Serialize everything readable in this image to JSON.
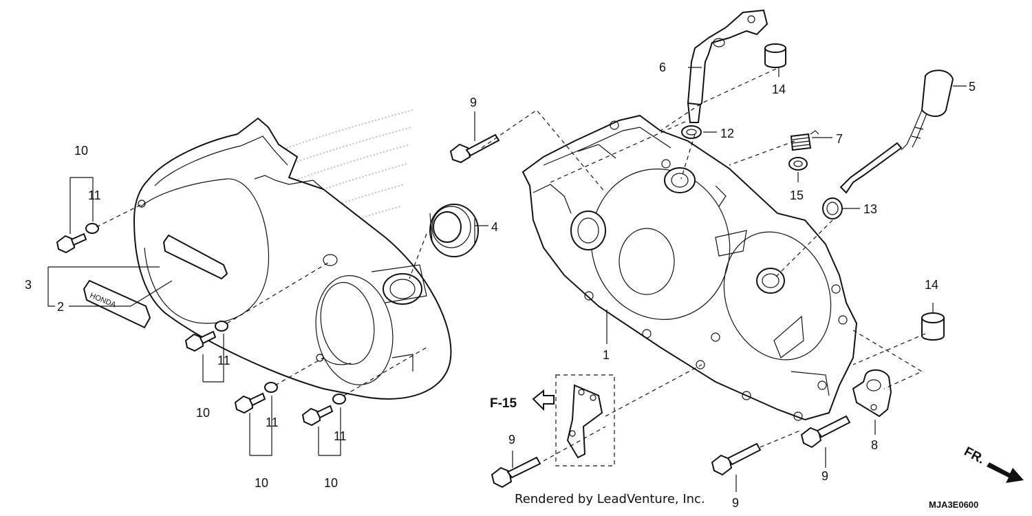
{
  "diagram": {
    "callouts": {
      "p1": "1",
      "p2": "2",
      "p3": "3",
      "p4": "4",
      "p5": "5",
      "p6": "6",
      "p7": "7",
      "p8": "8",
      "p9a": "9",
      "p9b": "9",
      "p9c": "9",
      "p9d": "9",
      "p10a": "10",
      "p10b": "10",
      "p10c": "10",
      "p10d": "10",
      "p11a": "11",
      "p11b": "11",
      "p11c": "11",
      "p11d": "11",
      "p12": "12",
      "p13": "13",
      "p14a": "14",
      "p14b": "14",
      "p15": "15"
    },
    "reference": "F-15",
    "emblem_text": "HONDA",
    "direction": "FR.",
    "credit": "Rendered by LeadVenture, Inc.",
    "code": "MJA3E0600"
  }
}
